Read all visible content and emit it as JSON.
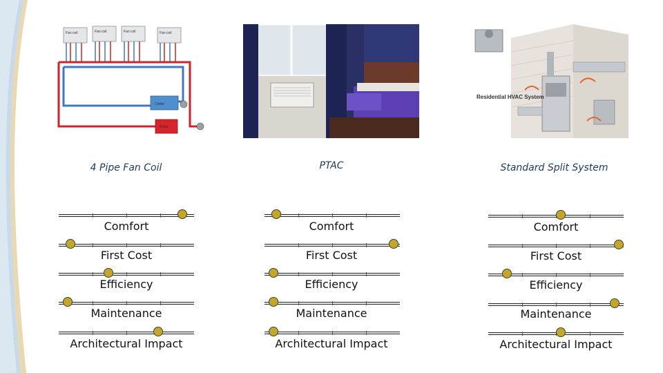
{
  "columns": [
    {
      "id": "fan-coil",
      "title": "4 Pipe Fan Coil",
      "unit_label": "Fan coil",
      "chiller_label": "Chiller",
      "boiler_label": "Boiler",
      "ratings": [
        {
          "label": "Comfort",
          "level": 0.88
        },
        {
          "label": "First Cost",
          "level": 0.05
        },
        {
          "label": "Efficiency",
          "level": 0.33
        },
        {
          "label": "Maintenance",
          "level": 0.03
        },
        {
          "label": "Architectural Impact",
          "level": 0.7
        }
      ]
    },
    {
      "id": "ptac",
      "title": "PTAC",
      "ratings": [
        {
          "label": "Comfort",
          "level": 0.05
        },
        {
          "label": "First Cost",
          "level": 0.92
        },
        {
          "label": "Efficiency",
          "level": 0.03
        },
        {
          "label": "Maintenance",
          "level": 0.03
        },
        {
          "label": "Architectural Impact",
          "level": 0.03
        }
      ]
    },
    {
      "id": "split",
      "title": "Standard Split System",
      "residential_label": "Residential HVAC System",
      "ratings": [
        {
          "label": "Comfort",
          "level": 0.5
        },
        {
          "label": "First Cost",
          "level": 0.93
        },
        {
          "label": "Efficiency",
          "level": 0.1
        },
        {
          "label": "Maintenance",
          "level": 0.9
        },
        {
          "label": "Architectural Impact",
          "level": 0.5
        }
      ]
    }
  ],
  "colors": {
    "knob": "#c7a52a",
    "knob_border": "#2e4d2e",
    "title": "#1f3b57",
    "hot_pipe": "#c8262b",
    "cold_pipe": "#3f78c0"
  }
}
